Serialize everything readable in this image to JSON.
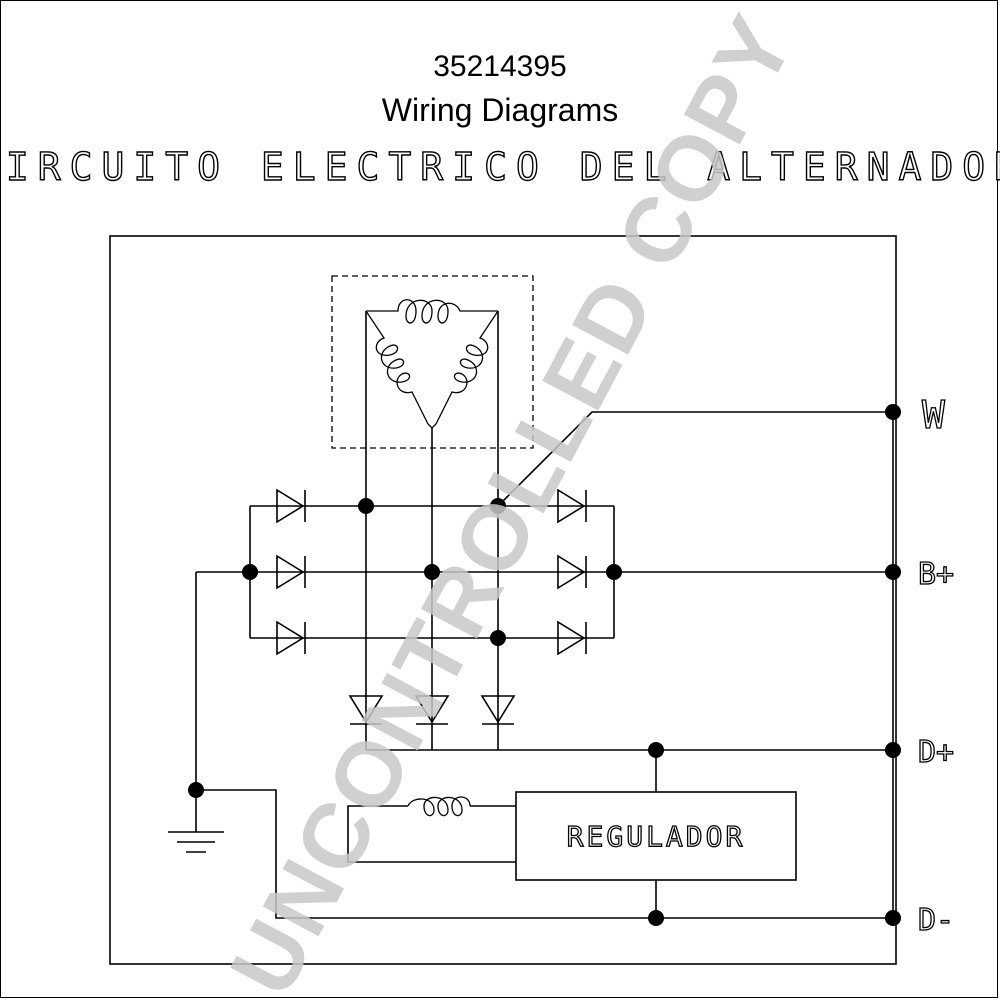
{
  "header": {
    "part_number": "35214395",
    "subtitle": "Wiring Diagrams",
    "diagram_title": "CIRCUITO ELECTRICO DEL ALTERNADOR"
  },
  "diagram": {
    "regulator_label": "REGULADOR",
    "terminals": [
      "W",
      "B+",
      "D+",
      "D-"
    ]
  },
  "watermark": "UNCONTROLLED COPY"
}
